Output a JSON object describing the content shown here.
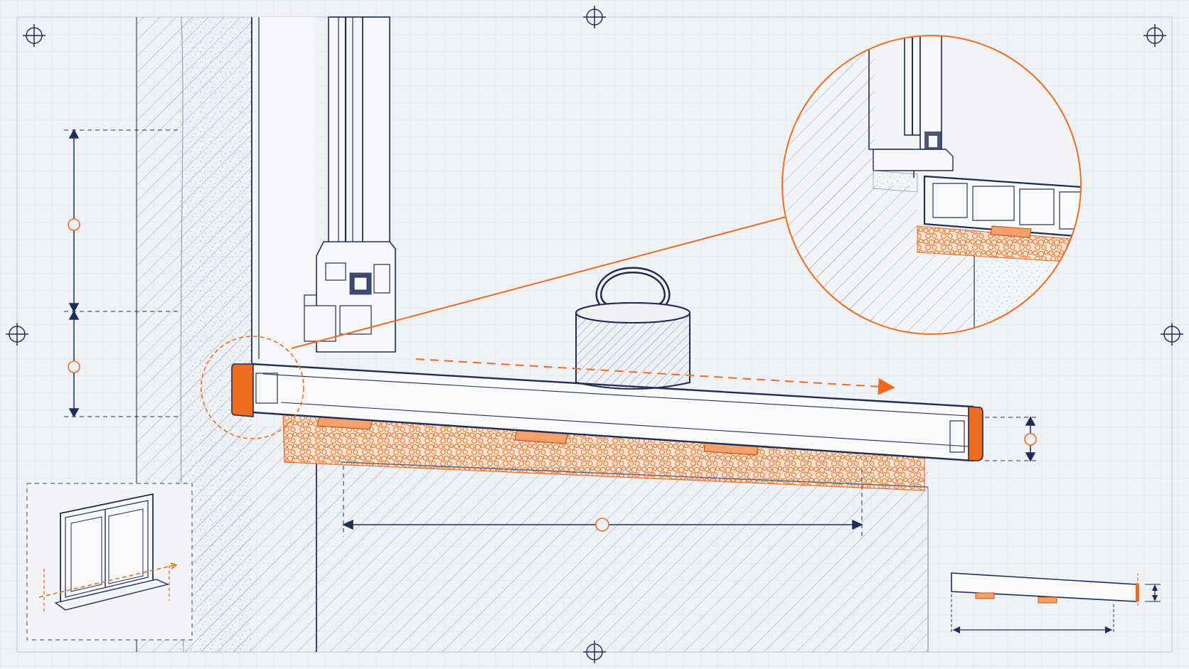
{
  "diagram": {
    "subject": "",
    "palette": {
      "background": "#eef1f5",
      "grid": "#dfe5ee",
      "ink": "#1f2d56",
      "accent": "#ef6c1f",
      "accent_fill": "#f4a06a",
      "concrete": "#f4f5f7",
      "hatch": "#8d95a8"
    },
    "components": [
      {
        "id": "wall",
        "kind": "hatched-masonry"
      },
      {
        "id": "plaster",
        "kind": "speckled-plaster-layer"
      },
      {
        "id": "window-frame-profile",
        "kind": "multi-chamber-pvc-frame"
      },
      {
        "id": "windowsill-board",
        "kind": "sloped-pvc-sill-with-end-caps"
      },
      {
        "id": "support-wedges",
        "kind": "three-orange-wedge-shims"
      },
      {
        "id": "foam-layer",
        "kind": "orange-mounting-foam"
      },
      {
        "id": "test-weight",
        "kind": "cylindrical-weight-with-lifting-eye"
      },
      {
        "id": "detail-callout",
        "kind": "circular-magnified-detail"
      },
      {
        "id": "window-thumbnail",
        "kind": "isometric-window-inset"
      },
      {
        "id": "side-profile-inset",
        "kind": "small-sill-profile-inset"
      }
    ],
    "dimension_markers": [
      {
        "id": "height-upper",
        "orientation": "vertical"
      },
      {
        "id": "height-lower",
        "orientation": "vertical"
      },
      {
        "id": "sill-thickness",
        "orientation": "vertical"
      },
      {
        "id": "support-span",
        "orientation": "horizontal"
      }
    ],
    "icons": [
      "crosshair-icon",
      "arrow-right-icon",
      "weight-icon"
    ]
  }
}
